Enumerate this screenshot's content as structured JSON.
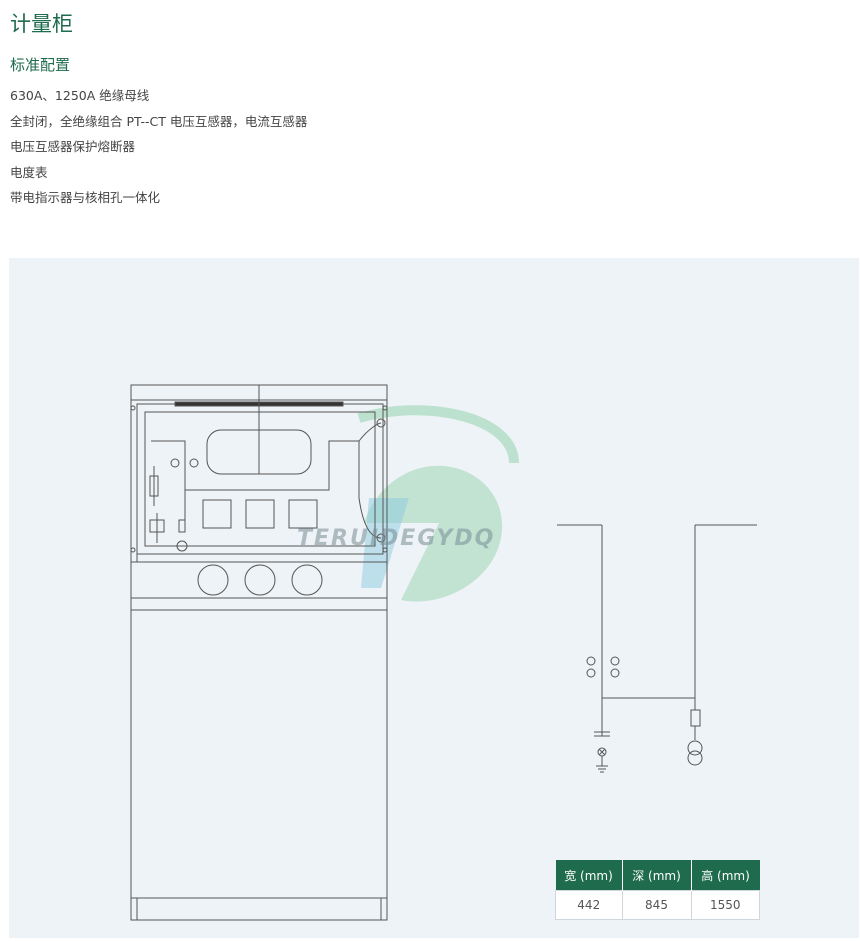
{
  "page": {
    "title": "计量柜",
    "subtitle": "标准配置",
    "features": [
      "630A、1250A 绝缘母线",
      "全封闭，全绝缘组合 PT--CT 电压互感器，电流互感器",
      "电压互感器保护熔断器",
      "电度表",
      "带电指示器与核相孔一体化"
    ]
  },
  "watermark": {
    "text": "TERUIDEGYDQ",
    "colors": {
      "green": "#2ea36a",
      "blue": "#7ab8d8"
    }
  },
  "spec_table": {
    "headers": [
      "宽 (mm)",
      "深 (mm)",
      "高 (mm)"
    ],
    "values": [
      "442",
      "845",
      "1550"
    ]
  },
  "colors": {
    "accent": "#1f6b4e",
    "figure_bg": "#eef3f7",
    "line": "#555555"
  }
}
